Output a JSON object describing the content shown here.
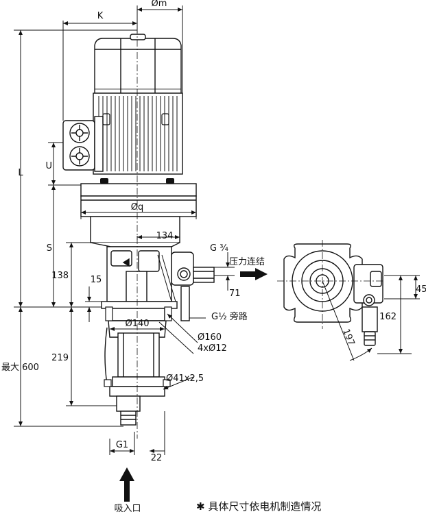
{
  "dimensions": {
    "k": "K",
    "m_dia": "Øm",
    "l": "L",
    "u": "U",
    "q_dia": "Øq",
    "s": "S",
    "d134": "134",
    "d138": "138",
    "d15": "15",
    "d219": "219",
    "max600": "最大 600",
    "dia140": "Ø140",
    "dia160": "Ø160",
    "holes": "4xØ12",
    "pipe": "Ø41x2,5",
    "g1": "G1",
    "d22": "22",
    "g34": "G ¾",
    "d71": "71",
    "g12": "G½ 旁路",
    "d45": "45",
    "d162": "162",
    "d197": "197"
  },
  "labels": {
    "pressure_connection": "压力连结",
    "suction_inlet": "吸入口",
    "footnote": "✱ 具体尺寸依电机制造情况"
  }
}
